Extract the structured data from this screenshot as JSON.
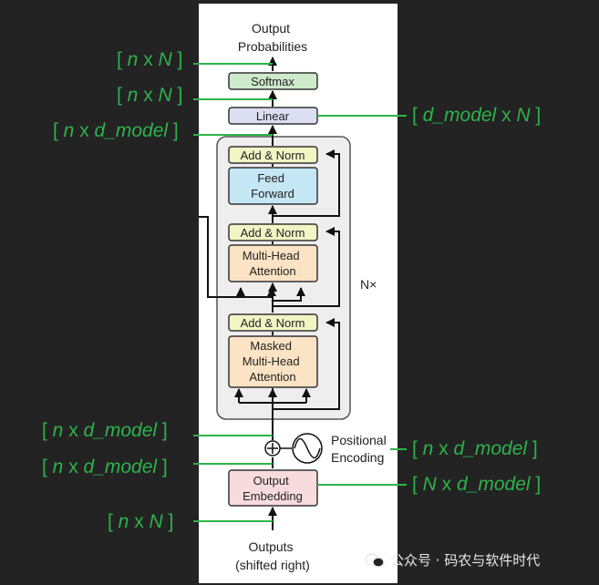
{
  "diagram": {
    "output_label": [
      "Output",
      "Probabilities"
    ],
    "softmax": "Softmax",
    "linear": "Linear",
    "add_norm": "Add & Norm",
    "feed_forward": [
      "Feed",
      "Forward"
    ],
    "multi_head_attention": [
      "Multi-Head",
      "Attention"
    ],
    "masked_multi_head_attention": [
      "Masked",
      "Multi-Head",
      "Attention"
    ],
    "repeat_label": "N×",
    "positional_encoding": [
      "Positional",
      "Encoding"
    ],
    "output_embedding": [
      "Output",
      "Embedding"
    ],
    "input_label": [
      "Outputs",
      "(shifted right)"
    ]
  },
  "dimensions": {
    "probs": "[ n x N ]",
    "softmax_out": "[ n x N ]",
    "linear_in": "[ n x d_model ]",
    "linear_weight": "[ d_model x N ]",
    "pos_sum": "[ n x d_model ]",
    "embed_out": "[ n x d_model ]",
    "pos_enc": "[ n x d_model ]",
    "embed_weight": "[ N x d_model ]",
    "input_tokens": "[ n x N ]"
  },
  "watermark": "公众号 · 码农与软件时代",
  "colors": {
    "background": "#232323",
    "panel": "#ffffff",
    "annotation": "#2db34a",
    "softmax": "#cdeacb",
    "linear": "#dcdff2",
    "add_norm": "#f1f5c4",
    "feed_forward": "#c5e6f5",
    "attention": "#fce3c3",
    "embedding": "#f8dbdd",
    "block": "#eeeeee"
  }
}
